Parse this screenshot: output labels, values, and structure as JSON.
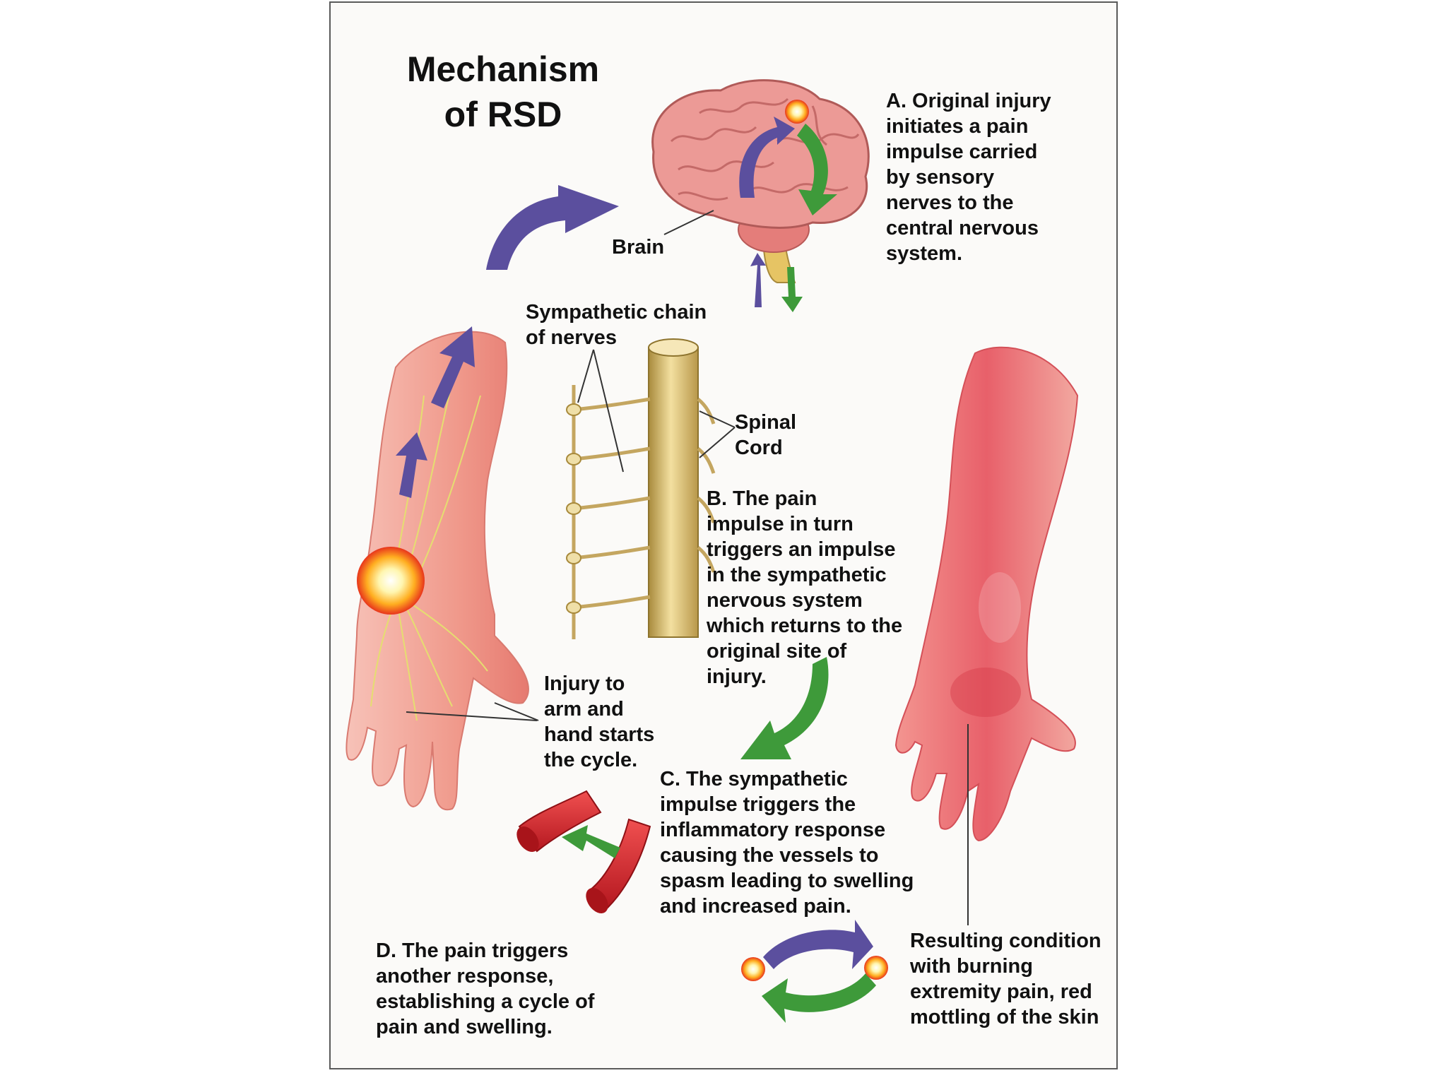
{
  "title": "Mechanism\nof RSD",
  "labels": {
    "brain": "Brain",
    "sympathetic_chain": "Sympathetic chain\nof nerves",
    "spinal_cord": "Spinal\nCord",
    "injury": "Injury to\narm and\nhand starts\nthe cycle.",
    "resulting": "Resulting condition\nwith burning\nextremity pain, red\nmottling of the skin"
  },
  "steps": {
    "a": "A. Original injury\ninitiates a pain\nimpulse carried\nby sensory\nnerves to the\ncentral nervous\nsystem.",
    "b": "B.  The pain\nimpulse in turn\ntriggers an impulse\nin the sympathetic\nnervous system\nwhich returns to the\noriginal site of\ninjury.",
    "c": "C.  The sympathetic\nimpulse triggers the\ninflammatory response\ncausing the vessels to\nspasm leading to swelling\nand increased pain.",
    "d": "D.  The pain triggers\nanother response,\nestablishing a cycle of\npain and swelling."
  },
  "colors": {
    "purple_arrow": "#5b4f9e",
    "green_arrow": "#3e9a3a",
    "skin": "#f2a79a",
    "skin_inflamed": "#e8606a",
    "brain": "#e98c8a",
    "nerve": "#e6d29a",
    "vessel": "#d8252b",
    "glow": "#ffb020"
  }
}
